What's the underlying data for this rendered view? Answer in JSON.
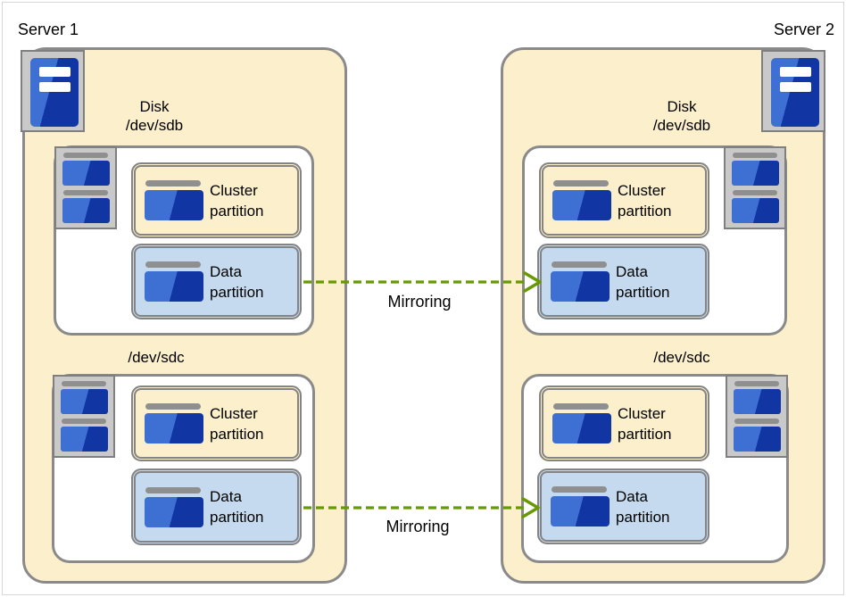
{
  "servers": [
    {
      "label": "Server 1",
      "disks": [
        {
          "name": "Disk",
          "device": "/dev/sdb",
          "partitions": [
            {
              "label": "Cluster partition"
            },
            {
              "label": "Data partition"
            }
          ]
        },
        {
          "name": "",
          "device": "/dev/sdc",
          "partitions": [
            {
              "label": "Cluster partition"
            },
            {
              "label": "Data partition"
            }
          ]
        }
      ]
    },
    {
      "label": "Server 2",
      "disks": [
        {
          "name": "Disk",
          "device": "/dev/sdb",
          "partitions": [
            {
              "label": "Cluster partition"
            },
            {
              "label": "Data partition"
            }
          ]
        },
        {
          "name": "",
          "device": "/dev/sdc",
          "partitions": [
            {
              "label": "Cluster partition"
            },
            {
              "label": "Data partition"
            }
          ]
        }
      ]
    }
  ],
  "arrows": [
    {
      "label": "Mirroring"
    },
    {
      "label": "Mirroring"
    }
  ],
  "colors": {
    "server_fill": "#fcefcc",
    "cluster_fill": "#fcefcc",
    "data_fill": "#c5daee",
    "box_border": "#8a8a8a",
    "partition_border": "#848484",
    "icon_frame_fill": "#c9c9c9",
    "icon_frame_border": "#7f7f7f",
    "glyph_gray": "#8f8f8f",
    "blue_light": "#3e6fd3",
    "blue_dark": "#1135a3",
    "arrow_green": "#679900",
    "text": "#000000",
    "canvas_border": "#d4d8db"
  }
}
